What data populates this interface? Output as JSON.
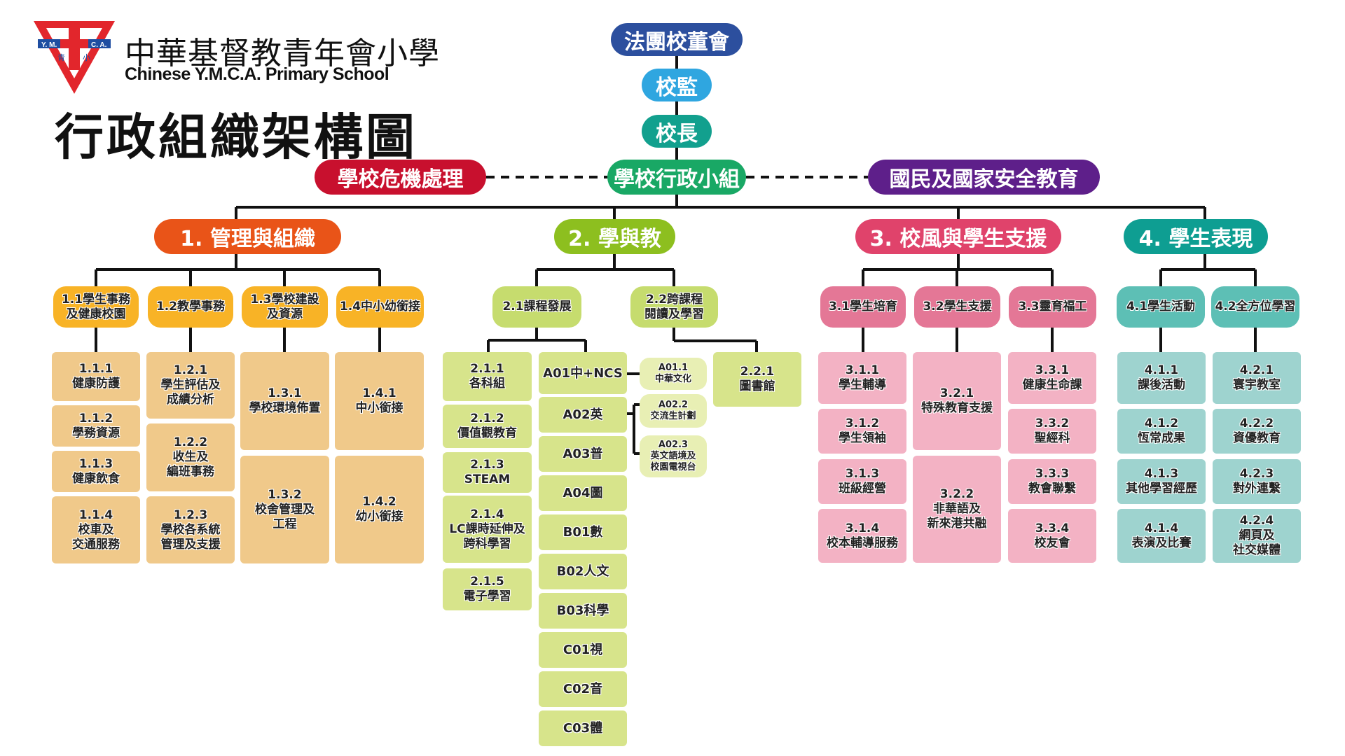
{
  "header": {
    "logo_text_left": "Y. M.",
    "logo_text_right": "C. A.",
    "logo_char_left": "青",
    "logo_char_right": "小",
    "school_name_zh": "中華基督教青年會小學",
    "school_name_en": "Chinese Y.M.C.A. Primary School",
    "title": "行政組織架構圖"
  },
  "colors": {
    "board": "#2c4f9e",
    "supervisor": "#2fa6e0",
    "principal": "#12a08e",
    "crisis": "#c8102e",
    "admin_group": "#19a865",
    "national_security": "#5e1f8a",
    "dept1": "#e95418",
    "dept2": "#8dbf1f",
    "dept3": "#e0436b",
    "dept4": "#0e9e92"
  },
  "top": {
    "board": "法團校董會",
    "supervisor": "校監",
    "principal": "校長",
    "crisis": "學校危機處理",
    "admin_group": "學校行政小組",
    "national_security": "國民及國家安全教育"
  },
  "departments": [
    {
      "label": "1. 管理與組織",
      "groups": [
        {
          "label": "1.1學生事務\n及健康校園",
          "items": [
            {
              "code": "1.1.1",
              "name": "健康防護"
            },
            {
              "code": "1.1.2",
              "name": "學務資源"
            },
            {
              "code": "1.1.3",
              "name": "健康飲食"
            },
            {
              "code": "1.1.4",
              "name": "校車及\n交通服務"
            }
          ]
        },
        {
          "label": "1.2教學事務",
          "items": [
            {
              "code": "1.2.1",
              "name": "學生評估及\n成績分析"
            },
            {
              "code": "1.2.2",
              "name": "收生及\n編班事務"
            },
            {
              "code": "1.2.3",
              "name": "學校各系統\n管理及支援"
            }
          ]
        },
        {
          "label": "1.3學校建設\n及資源",
          "items": [
            {
              "code": "1.3.1",
              "name": "學校環境佈置"
            },
            {
              "code": "1.3.2",
              "name": "校舍管理及\n工程"
            }
          ]
        },
        {
          "label": "1.4中小幼銜接",
          "items": [
            {
              "code": "1.4.1",
              "name": "中小銜接"
            },
            {
              "code": "1.4.2",
              "name": "幼小銜接"
            }
          ]
        }
      ]
    },
    {
      "label": "2. 學與教",
      "groups": [
        {
          "label": "2.1課程發展",
          "items": [
            {
              "code": "2.1.1",
              "name": "各科組"
            },
            {
              "code": "2.1.2",
              "name": "價值觀教育"
            },
            {
              "code": "2.1.3",
              "name": "STEAM"
            },
            {
              "code": "2.1.4",
              "name": "LC課時延伸及\n跨科學習"
            },
            {
              "code": "2.1.5",
              "name": "電子學習"
            }
          ],
          "subjects": [
            "A01中+NCS",
            "A02英",
            "A03普",
            "A04圖",
            "B01數",
            "B02人文",
            "B03科學",
            "C01視",
            "C02音",
            "C03體"
          ],
          "subject_children": [
            {
              "code": "A01.1",
              "name": "中華文化"
            },
            {
              "code": "A02.2",
              "name": "交流生計劃"
            },
            {
              "code": "A02.3",
              "name": "英文語境及\n校園電視台"
            }
          ]
        },
        {
          "label": "2.2跨課程\n閱讀及學習",
          "items": [
            {
              "code": "2.2.1",
              "name": "圖書館"
            }
          ]
        }
      ]
    },
    {
      "label": "3. 校風與學生支援",
      "groups": [
        {
          "label": "3.1學生培育",
          "items": [
            {
              "code": "3.1.1",
              "name": "學生輔導"
            },
            {
              "code": "3.1.2",
              "name": "學生領袖"
            },
            {
              "code": "3.1.3",
              "name": "班級經營"
            },
            {
              "code": "3.1.4",
              "name": "校本輔導服務"
            }
          ]
        },
        {
          "label": "3.2學生支援",
          "items": [
            {
              "code": "3.2.1",
              "name": "特殊教育支援"
            },
            {
              "code": "3.2.2",
              "name": "非華語及\n新來港共融"
            }
          ]
        },
        {
          "label": "3.3靈育福工",
          "items": [
            {
              "code": "3.3.1",
              "name": "健康生命課"
            },
            {
              "code": "3.3.2",
              "name": "聖經科"
            },
            {
              "code": "3.3.3",
              "name": "教會聯繫"
            },
            {
              "code": "3.3.4",
              "name": "校友會"
            }
          ]
        }
      ]
    },
    {
      "label": "4. 學生表現",
      "groups": [
        {
          "label": "4.1學生活動",
          "items": [
            {
              "code": "4.1.1",
              "name": "課後活動"
            },
            {
              "code": "4.1.2",
              "name": "恆常成果"
            },
            {
              "code": "4.1.3",
              "name": "其他學習經歷"
            },
            {
              "code": "4.1.4",
              "name": "表演及比賽"
            }
          ]
        },
        {
          "label": "4.2全方位學習",
          "items": [
            {
              "code": "4.2.1",
              "name": "寰宇教室"
            },
            {
              "code": "4.2.2",
              "name": "資優教育"
            },
            {
              "code": "4.2.3",
              "name": "對外連繫"
            },
            {
              "code": "4.2.4",
              "name": "網頁及\n社交媒體"
            }
          ]
        }
      ]
    }
  ]
}
